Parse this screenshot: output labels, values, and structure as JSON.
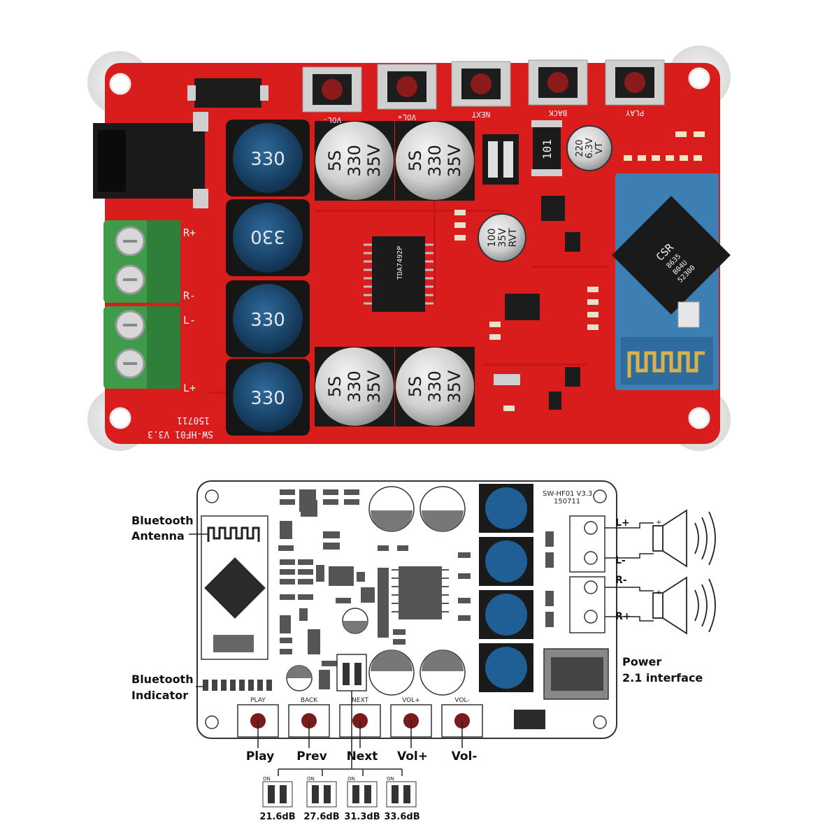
{
  "photo": {
    "board_name": "SW-HF01 V3.3",
    "board_date": "150711",
    "inductor_label": "330",
    "big_cap_lines": [
      "5S",
      "330",
      "35V"
    ],
    "small_cap_lines": [
      "100",
      "35V",
      "RVT"
    ],
    "tiny_cap_lines": [
      "220",
      "6.3V",
      "VT"
    ],
    "resistor_label": "101",
    "module_lines": [
      "CSR",
      "8635",
      "B04U",
      "52300"
    ],
    "amp_chip_label": "TDA7492P",
    "button_silk": [
      "VOL-",
      "VOL+",
      "NEXT",
      "BACK",
      "PLAY"
    ],
    "terminal_silk": [
      "R+",
      "R-",
      "L-",
      "L+"
    ],
    "colors": {
      "pcb": "#d91c1c",
      "terminal": "#3f9a4a",
      "module": "#3e7fb3",
      "inductor": "#1f4f7a"
    }
  },
  "diagram": {
    "board_name": "SW-HF01 V3.3",
    "board_date": "150711",
    "labels": {
      "bt_antenna": [
        "Bluetooth",
        "Antenna"
      ],
      "bt_indicator": [
        "Bluetooth",
        "Indicator"
      ],
      "power": [
        "Power",
        "2.1 interface"
      ]
    },
    "speaker_terminals": [
      "L+",
      "L-",
      "R-",
      "R+"
    ],
    "silk_buttons": [
      "PLAY",
      "BACK",
      "NEXT",
      "VOL+",
      "VOL-"
    ],
    "buttons": [
      "Play",
      "Prev",
      "Next",
      "Vol+",
      "Vol-"
    ],
    "gains": [
      "21.6dB",
      "27.6dB",
      "31.3dB",
      "33.6dB"
    ],
    "switch_on": "ON"
  }
}
